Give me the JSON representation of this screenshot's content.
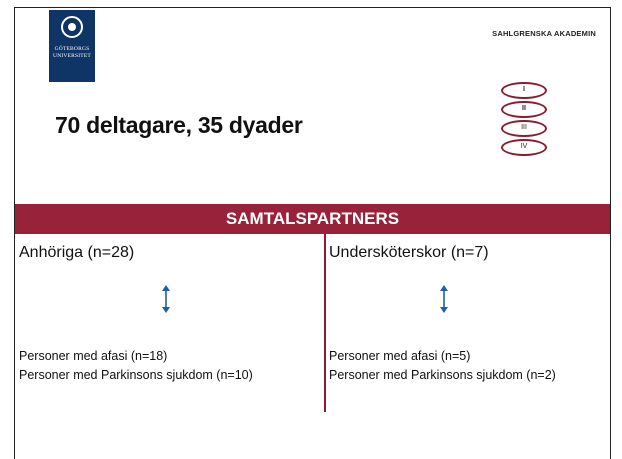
{
  "header": {
    "logo_text_line1": "GÖTEBORGS",
    "logo_text_line2": "UNIVERSITET",
    "academy": "SAHLGRENSKA AKADEMIN"
  },
  "title": "70 deltagare, 35 dyader",
  "section_indicator": [
    "I",
    "II",
    "III",
    "IV"
  ],
  "banner": "SAMTALSPARTNERS",
  "columns": [
    {
      "title": "Anhöriga (n=28)",
      "items": [
        "Personer med afasi (n=18)",
        "Personer med Parkinsons sjukdom (n=10)"
      ]
    },
    {
      "title": "Undersköterskor (n=7)",
      "items": [
        "Personer med afasi (n=5)",
        "Personer med Parkinsons sjukdom (n=2)"
      ]
    }
  ],
  "colors": {
    "accent": "#982239",
    "logo_blue": "#0f3566",
    "arrow": "#1f5fa8"
  }
}
